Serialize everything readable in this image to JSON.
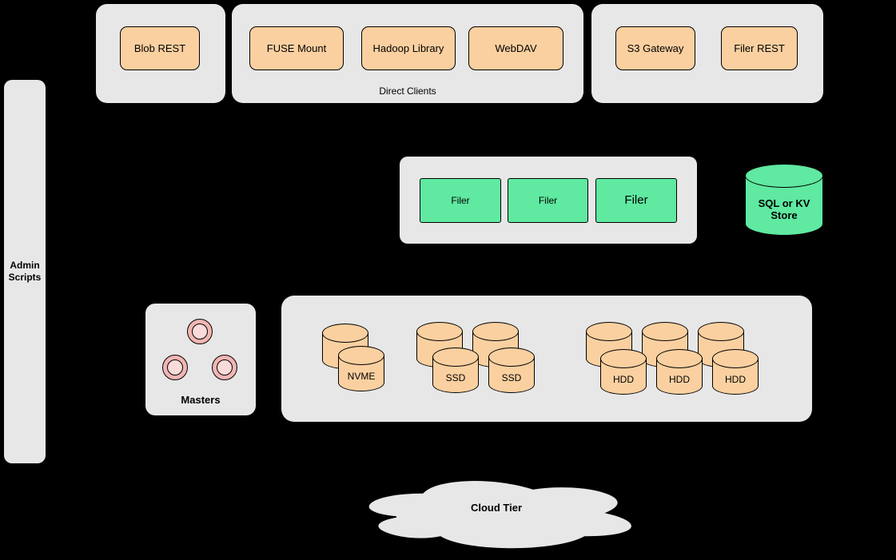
{
  "diagram": {
    "blob_group": {
      "buttons": [
        {
          "label": "Blob REST"
        }
      ]
    },
    "direct_clients_group": {
      "caption": "Direct Clients",
      "buttons": [
        {
          "label": "FUSE Mount"
        },
        {
          "label": "Hadoop Library"
        },
        {
          "label": "WebDAV"
        }
      ]
    },
    "gateway_group": {
      "buttons": [
        {
          "label": "S3 Gateway"
        },
        {
          "label": "Filer REST"
        }
      ]
    },
    "admin_bar": {
      "label": "Admin\nScripts"
    },
    "filer_group": {
      "filers": [
        {
          "label": "Filer"
        },
        {
          "label": "Filer"
        },
        {
          "label": "Filer"
        }
      ]
    },
    "kv_store": {
      "label": "SQL or KV Store"
    },
    "masters_group": {
      "label": "Masters",
      "node_count": 3
    },
    "volume_group": {
      "nvme": {
        "label": "NVME"
      },
      "ssd": [
        {
          "label": "SSD"
        },
        {
          "label": "SSD"
        }
      ],
      "hdd": [
        {
          "label": "HDD"
        },
        {
          "label": "HDD"
        },
        {
          "label": "HDD"
        }
      ]
    },
    "cloud_tier": {
      "label": "Cloud Tier"
    }
  },
  "colors": {
    "background": "#000000",
    "container_fill": "#e7e7e7",
    "node_orange": "#fbd0a0",
    "node_green": "#5fe9a1",
    "node_pink": "#f2b6b3",
    "outline": "#000000"
  }
}
